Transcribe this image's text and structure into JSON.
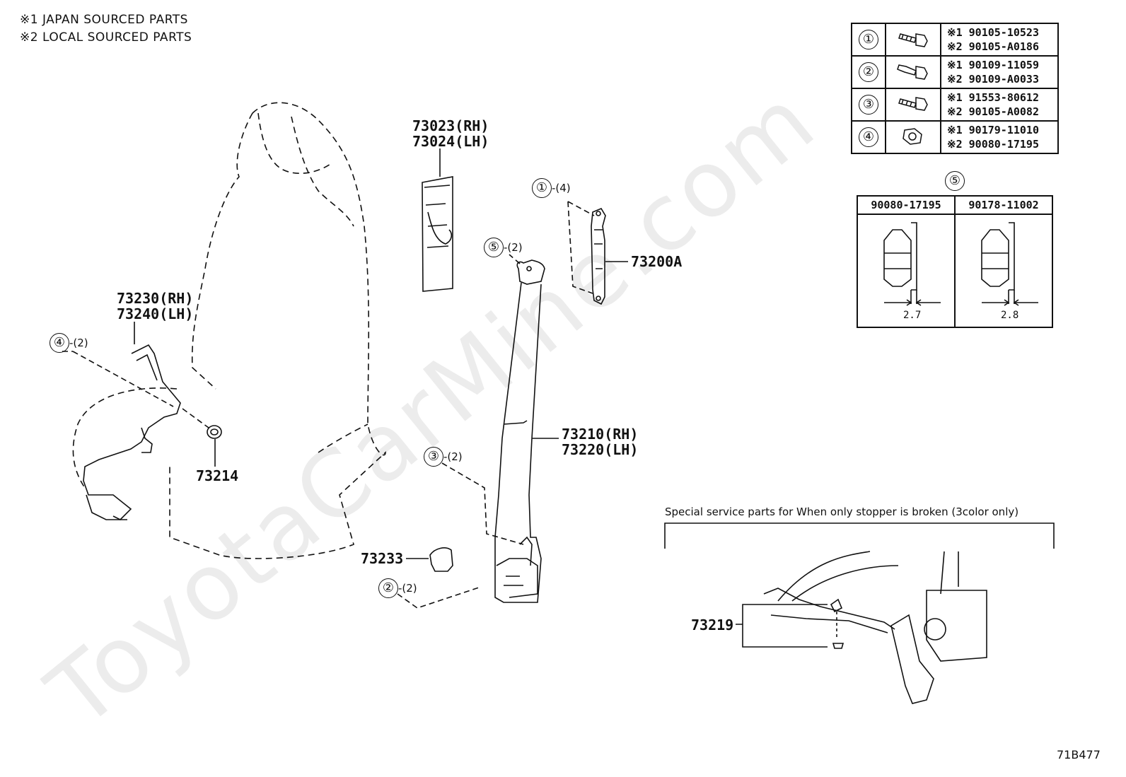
{
  "legend": {
    "line1": "※1  JAPAN SOURCED PARTS",
    "line2": "※2  LOCAL SOURCED PARTS"
  },
  "watermark": "ToyotaCarMine.com",
  "callouts": {
    "c1_label": "①",
    "c1_qty": "-(4)",
    "c2_label": "②",
    "c2_qty": "-(2)",
    "c3_label": "③",
    "c3_qty": "-(2)",
    "c4_label": "④",
    "c4_qty": "-(2)",
    "c5_label": "⑤",
    "c5_qty": "-(2)"
  },
  "parts": {
    "p73023": "73023(RH)",
    "p73024": "73024(LH)",
    "p73200A": "73200A",
    "p73230": "73230(RH)",
    "p73240": "73240(LH)",
    "p73214": "73214",
    "p73210": "73210(RH)",
    "p73220": "73220(LH)",
    "p73233": "73233",
    "p73219": "73219"
  },
  "fastener_table": [
    {
      "num": "①",
      "icon": "bolt-icon",
      "line1": "※1 90105-10523",
      "line2": "※2 90105-A0186"
    },
    {
      "num": "②",
      "icon": "bolt-icon",
      "line1": "※1 90109-11059",
      "line2": "※2 90109-A0033"
    },
    {
      "num": "③",
      "icon": "bolt-icon",
      "line1": "※1 91553-80612",
      "line2": "※2 90105-A0082"
    },
    {
      "num": "④",
      "icon": "nut-icon",
      "line1": "※1 90179-11010",
      "line2": "※2 90080-17195"
    }
  ],
  "nut_table": {
    "label": "⑤",
    "col1_code": "90080-17195",
    "col1_dim": "2.7",
    "col2_code": "90178-11002",
    "col2_dim": "2.8"
  },
  "special_box": {
    "title": "Special service parts for When only stopper is broken (3color only)"
  },
  "diagram_code": "71B477"
}
